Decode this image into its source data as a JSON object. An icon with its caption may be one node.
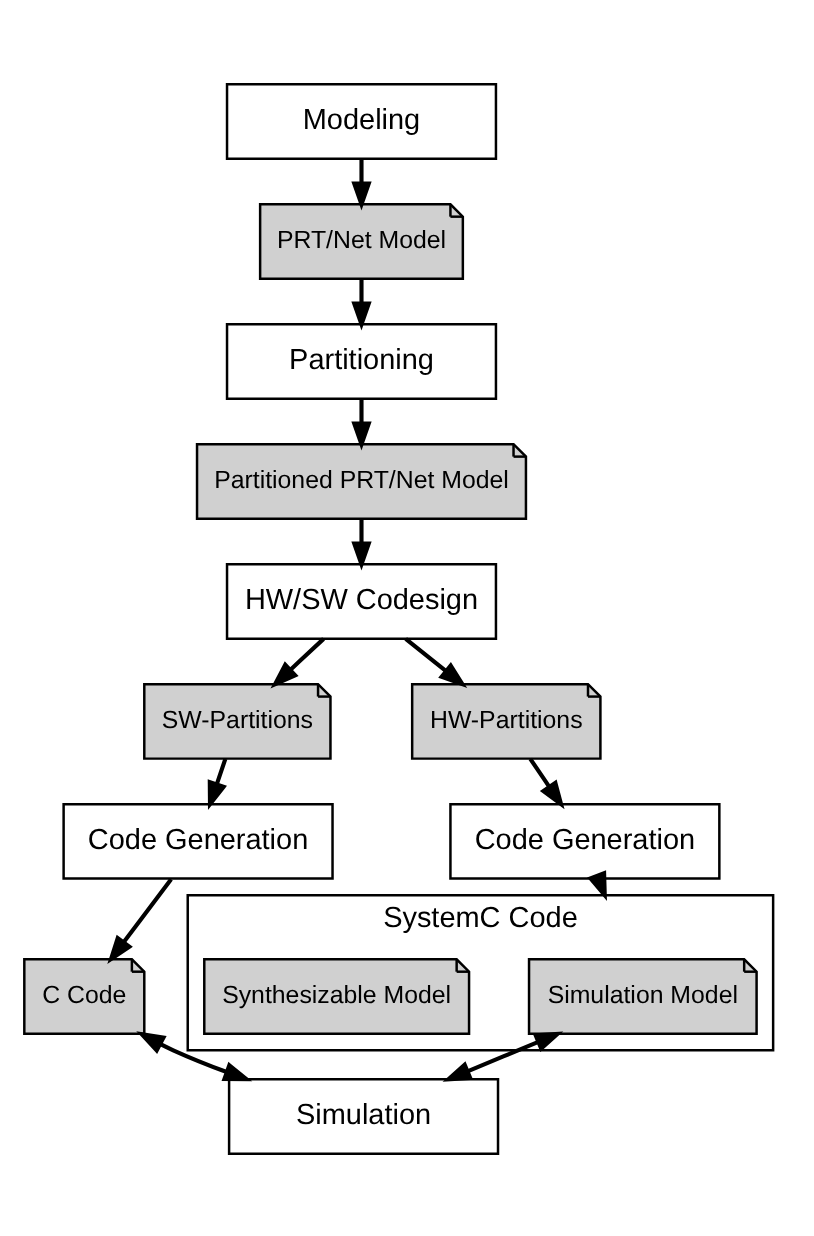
{
  "diagram": {
    "nodes": [
      {
        "text": [
          "Modeling"
        ]
      },
      {
        "text": [
          "PRT/Net Model"
        ]
      },
      {
        "text": [
          "Partitioning"
        ]
      },
      {
        "text": [
          "Partitioned PRT/Net Model"
        ]
      },
      {
        "text": [
          "HW/SW Codesign"
        ]
      },
      {
        "text": [
          "SW-Partitions"
        ]
      },
      {
        "text": [
          "HW-Partitions"
        ]
      },
      {
        "text": [
          "Code Generation"
        ]
      },
      {
        "text": [
          "Code Generation"
        ]
      },
      {
        "text": [
          "SystemC Code"
        ]
      },
      {
        "text": [
          "Simulation Model"
        ],
        "in": 9
      },
      {
        "text": [
          "Synthesizable Model"
        ],
        "in": 9
      },
      {
        "text": [
          "C Code"
        ]
      },
      {
        "text": [
          "Simulation"
        ]
      }
    ],
    "edges": [
      {
        "from": 0,
        "to": 1,
        "arrow": "to"
      },
      {
        "from": 1,
        "to": 2,
        "arrow": "to"
      },
      {
        "from": 2,
        "to": 3,
        "arrow": "to"
      },
      {
        "from": 3,
        "to": 4,
        "arrow": "to"
      },
      {
        "from": 4,
        "to": 5,
        "arrow": "to"
      },
      {
        "from": 4,
        "to": 6,
        "arrow": "to"
      },
      {
        "from": 5,
        "to": 7,
        "arrow": "to"
      },
      {
        "from": 6,
        "to": 8,
        "arrow": "to"
      },
      {
        "from": 8,
        "to": 9,
        "arrow": "to"
      },
      {
        "from": 7,
        "to": 12,
        "arrow": "to"
      },
      {
        "from": 12,
        "to": 13,
        "arrow": "both"
      },
      {
        "from": 10,
        "to": 13,
        "arrow": "both"
      }
    ]
  }
}
